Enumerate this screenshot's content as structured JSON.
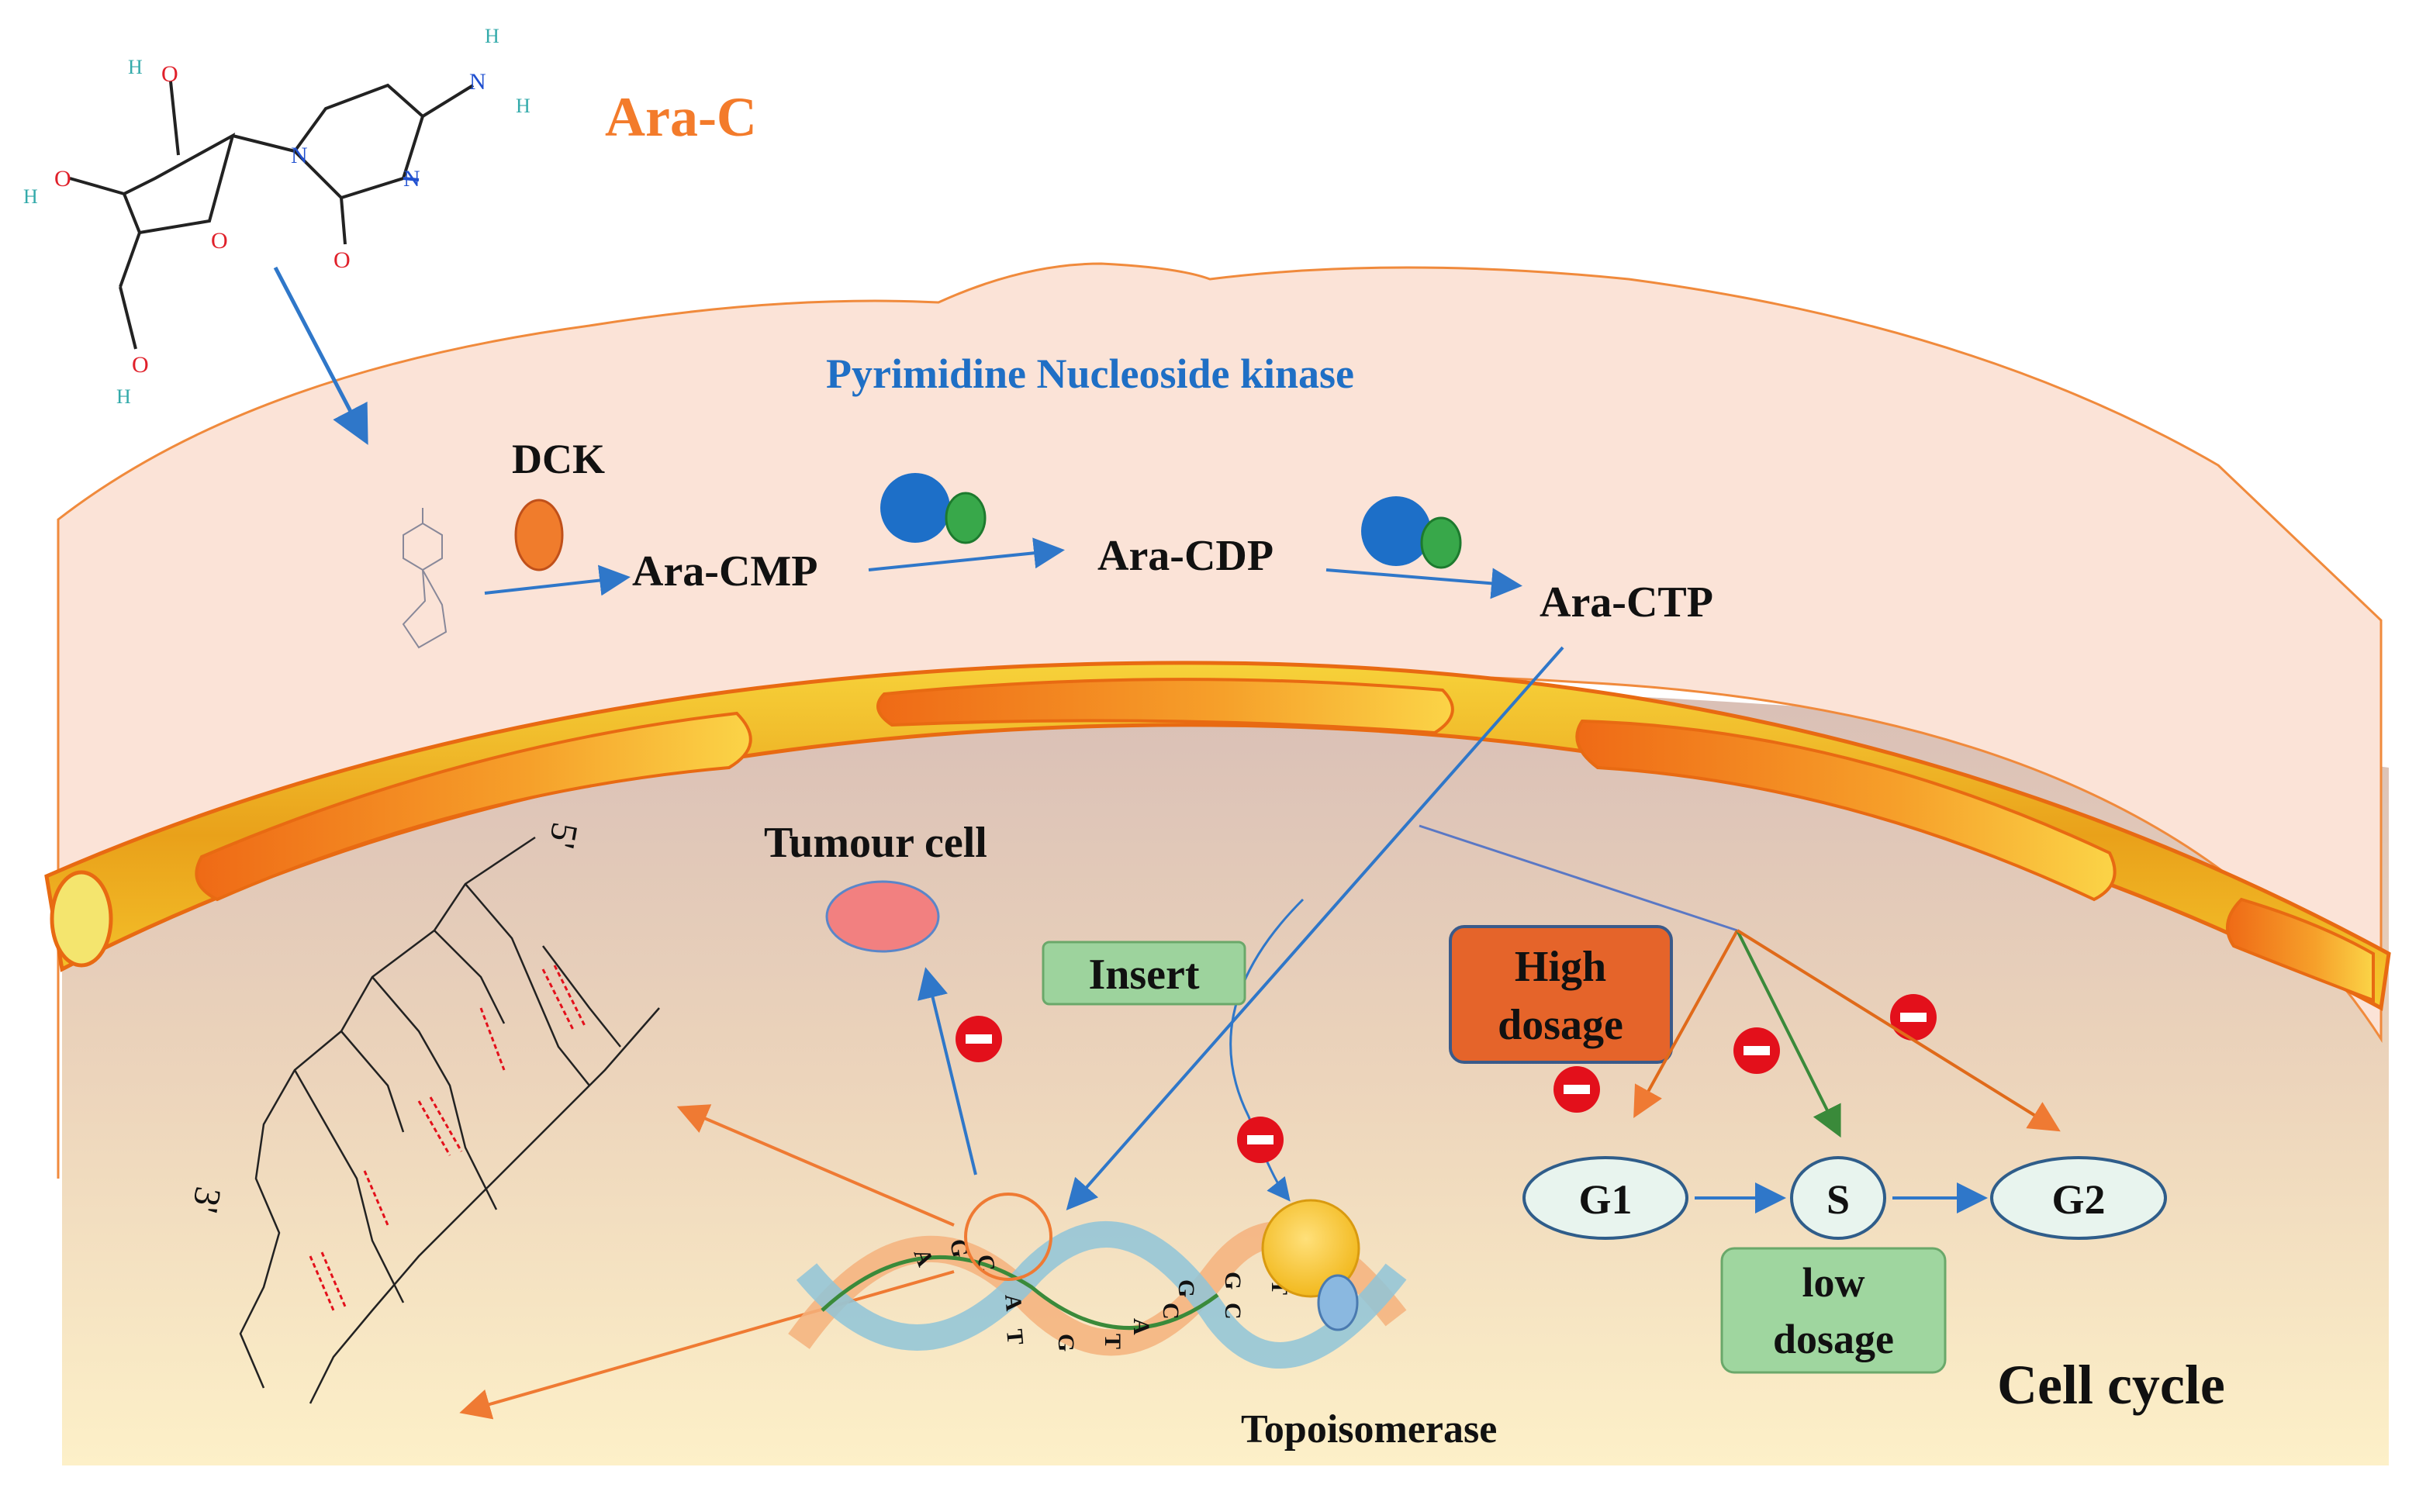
{
  "drug": {
    "name": "Ara-C"
  },
  "kinase_title": "Pyrimidine Nucleoside kinase",
  "enzyme": {
    "label": "DCK"
  },
  "metabolites": {
    "cmp": "Ara-CMP",
    "cdp": "Ara-CDP",
    "ctp": "Ara-CTP"
  },
  "tumour_cell": {
    "label": "Tumour cell"
  },
  "insert_box": {
    "label": "Insert"
  },
  "high_box": {
    "line1": "High",
    "line2": "dosage"
  },
  "low_box": {
    "line1": "low",
    "line2": "dosage"
  },
  "cycle": {
    "g1": "G1",
    "s": "S",
    "g2": "G2",
    "title": "Cell cycle"
  },
  "topo": {
    "label": "Topoisomerase"
  },
  "dna_ends": {
    "five": "5'",
    "three": "3'"
  },
  "molecule_atoms": {
    "n": "N",
    "o": "O",
    "h": "H"
  },
  "base_letters": [
    "A",
    "G",
    "C",
    "A",
    "T",
    "G",
    "T",
    "A",
    "C",
    "G",
    "C",
    "G",
    "T"
  ],
  "colors": {
    "orange_text": "#f37b2b",
    "blue_text": "#1f6fc5",
    "arrow_blue": "#2f77c9",
    "arrow_orange": "#ef7a33",
    "arrow_green": "#3a8a3a",
    "inhibit_red": "#e3101b",
    "membrane_fill": "#fbe3d7",
    "membrane_stroke": "#f08a3c",
    "insert_fill": "#9dd39d",
    "high_fill": "#e5642a",
    "low_fill": "#9fd69f",
    "tumour_fill": "#f28080"
  }
}
